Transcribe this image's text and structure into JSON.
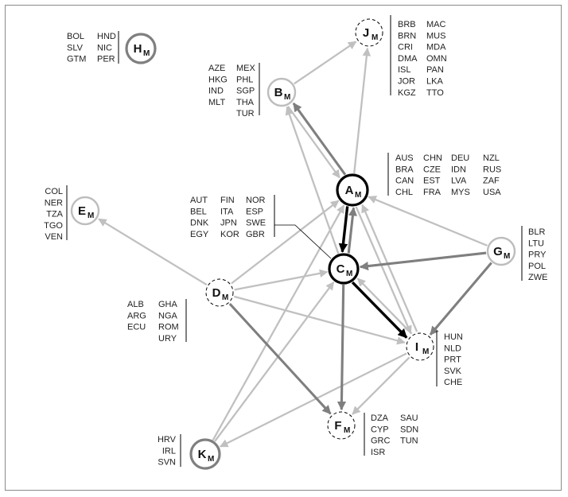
{
  "colors": {
    "light_edge": "#c0c0c0",
    "mid_edge": "#7f7f7f",
    "dark_edge": "#000000",
    "node_fill": "#ffffff"
  },
  "nodes": [
    {
      "id": "A",
      "letter": "A",
      "sub": "M",
      "style": "bold",
      "countries": [
        [
          "AUS",
          "BRA",
          "CAN",
          "CHL"
        ],
        [
          "CHN",
          "CZE",
          "EST",
          "FRA"
        ],
        [
          "DEU",
          "IDN",
          "LVA",
          "MYS"
        ],
        [
          "NZL",
          "RUS",
          "ZAF",
          "USA"
        ]
      ]
    },
    {
      "id": "B",
      "letter": "B",
      "sub": "M",
      "style": "light",
      "countries": [
        [
          "AZE",
          "HKG",
          "IND",
          "MLT"
        ],
        [
          "MEX",
          "PHL",
          "SGP",
          "THA",
          "TUR"
        ]
      ]
    },
    {
      "id": "C",
      "letter": "C",
      "sub": "M",
      "style": "bold",
      "countries": [
        [
          "AUT",
          "BEL",
          "DNK",
          "EGY"
        ],
        [
          "FIN",
          "ITA",
          "JPN",
          "KOR"
        ],
        [
          "NOR",
          "ESP",
          "SWE",
          "GBR"
        ]
      ]
    },
    {
      "id": "D",
      "letter": "D",
      "sub": "M",
      "style": "dashed",
      "countries": [
        [
          "ALB",
          "ARG",
          "ECU"
        ],
        [
          "GHA",
          "NGA",
          "ROM",
          "URY"
        ]
      ]
    },
    {
      "id": "E",
      "letter": "E",
      "sub": "M",
      "style": "light",
      "countries": [
        [
          "COL",
          "NER",
          "TZA",
          "TGO",
          "VEN"
        ]
      ]
    },
    {
      "id": "F",
      "letter": "F",
      "sub": "M",
      "style": "dashed",
      "countries": [
        [
          "DZA",
          "CYP",
          "GRC",
          "ISR"
        ],
        [
          "SAU",
          "SDN",
          "TUN"
        ]
      ]
    },
    {
      "id": "G",
      "letter": "G",
      "sub": "M",
      "style": "light",
      "countries": [
        [
          "BLR",
          "LTU",
          "PRY",
          "POL",
          "ZWE"
        ]
      ]
    },
    {
      "id": "H",
      "letter": "H",
      "sub": "M",
      "style": "mid",
      "countries": [
        [
          "BOL",
          "SLV",
          "GTM"
        ],
        [
          "HND",
          "NIC",
          "PER"
        ]
      ]
    },
    {
      "id": "I",
      "letter": "I",
      "sub": "M",
      "style": "dashed",
      "countries": [
        [
          "HUN",
          "NLD",
          "PRT",
          "SVK",
          "CHE"
        ]
      ]
    },
    {
      "id": "J",
      "letter": "J",
      "sub": "M",
      "style": "dashed",
      "countries": [
        [
          "BRB",
          "BRN",
          "CRI",
          "DMA",
          "ISL",
          "JOR",
          "KGZ"
        ],
        [
          "MAC",
          "MUS",
          "MDA",
          "OMN",
          "PAN",
          "LKA",
          "TTO"
        ]
      ]
    },
    {
      "id": "K",
      "letter": "K",
      "sub": "M",
      "style": "mid",
      "countries": [
        [
          "HRV",
          "IRL",
          "SVN"
        ]
      ]
    }
  ],
  "edges": [
    {
      "from": "A",
      "to": "C",
      "weight": "dark"
    },
    {
      "from": "C",
      "to": "I",
      "weight": "dark"
    },
    {
      "from": "A",
      "to": "B",
      "weight": "mid"
    },
    {
      "from": "C",
      "to": "A",
      "weight": "mid"
    },
    {
      "from": "G",
      "to": "C",
      "weight": "mid"
    },
    {
      "from": "G",
      "to": "I",
      "weight": "mid"
    },
    {
      "from": "C",
      "to": "F",
      "weight": "mid"
    },
    {
      "from": "D",
      "to": "F",
      "weight": "mid"
    },
    {
      "from": "B",
      "to": "J",
      "weight": "light"
    },
    {
      "from": "A",
      "to": "J",
      "weight": "light"
    },
    {
      "from": "B",
      "to": "A",
      "weight": "light"
    },
    {
      "from": "C",
      "to": "B",
      "weight": "light"
    },
    {
      "from": "D",
      "to": "E",
      "weight": "light"
    },
    {
      "from": "D",
      "to": "A",
      "weight": "light"
    },
    {
      "from": "D",
      "to": "C",
      "weight": "light"
    },
    {
      "from": "D",
      "to": "I",
      "weight": "light"
    },
    {
      "from": "G",
      "to": "A",
      "weight": "light"
    },
    {
      "from": "A",
      "to": "I",
      "weight": "light"
    },
    {
      "from": "I",
      "to": "A",
      "weight": "light"
    },
    {
      "from": "I",
      "to": "C",
      "weight": "light"
    },
    {
      "from": "I",
      "to": "F",
      "weight": "light"
    },
    {
      "from": "I",
      "to": "K",
      "weight": "light"
    },
    {
      "from": "K",
      "to": "A",
      "weight": "light"
    },
    {
      "from": "K",
      "to": "C",
      "weight": "light"
    }
  ]
}
